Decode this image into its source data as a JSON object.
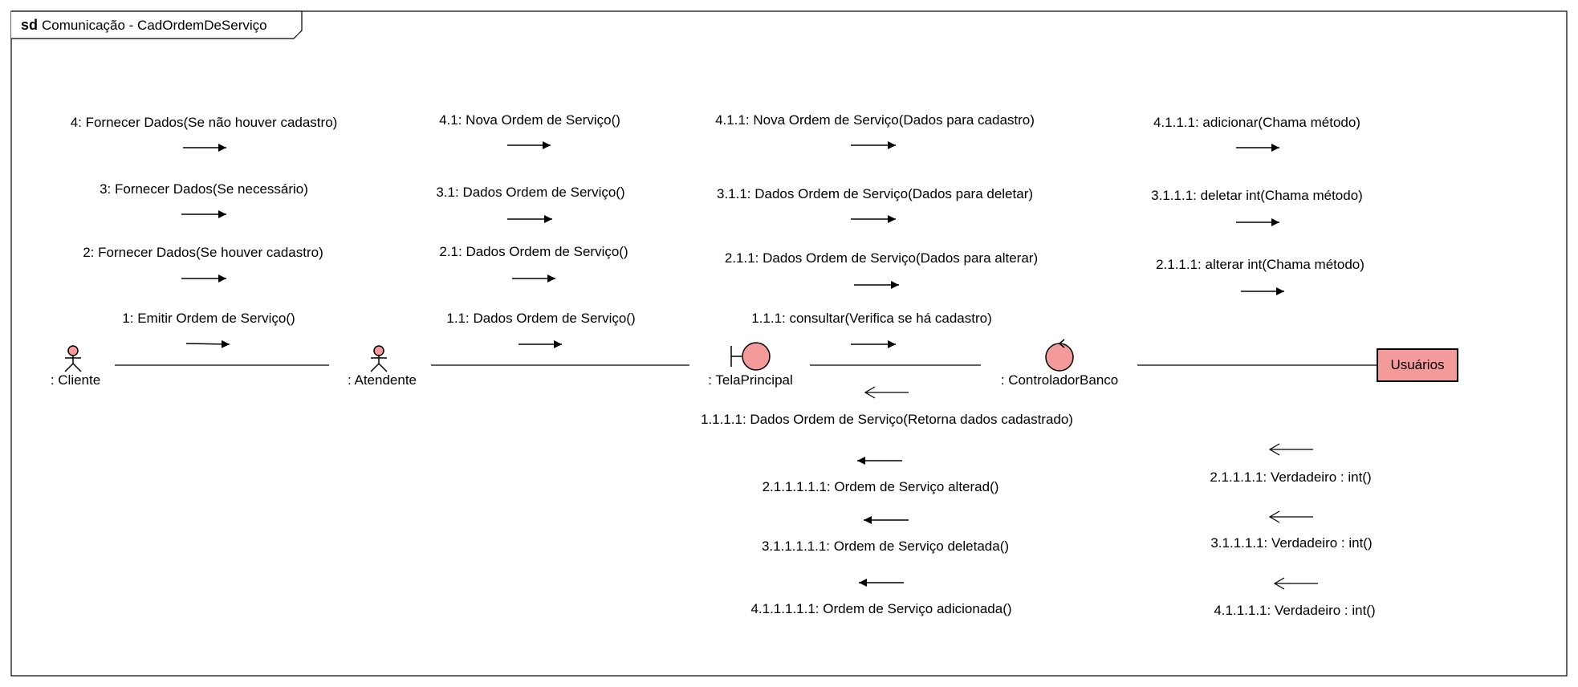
{
  "frame": {
    "keyword": "sd",
    "title": "Comunicação - CadOrdemDeServiço"
  },
  "colors": {
    "lifeline_fill": "#f59a9a",
    "stroke": "#000000",
    "background": "#ffffff"
  },
  "participants": [
    {
      "id": "cliente",
      "kind": "actor",
      "label": ": Cliente"
    },
    {
      "id": "atendente",
      "kind": "actor",
      "label": ": Atendente"
    },
    {
      "id": "tela",
      "kind": "boundary",
      "label": ": TelaPrincipal"
    },
    {
      "id": "controlador",
      "kind": "control",
      "label": ": ControladorBanco"
    },
    {
      "id": "usuarios",
      "kind": "entity-box",
      "label": "Usuários"
    }
  ],
  "messages": {
    "cliente_atendente": [
      "4: Fornecer Dados(Se não houver cadastro)",
      "3: Fornecer Dados(Se necessário)",
      "2: Fornecer Dados(Se houver cadastro)",
      "1: Emitir Ordem de Serviço()"
    ],
    "atendente_tela": [
      "4.1: Nova Ordem de Serviço()",
      "3.1: Dados Ordem de Serviço()",
      "2.1: Dados Ordem de Serviço()",
      "1.1: Dados Ordem de Serviço()"
    ],
    "tela_controlador": [
      "4.1.1: Nova Ordem de Serviço(Dados para cadastro)",
      "3.1.1: Dados Ordem de Serviço(Dados para deletar)",
      "2.1.1: Dados Ordem de Serviço(Dados para alterar)",
      "1.1.1: consultar(Verifica se há cadastro)"
    ],
    "controlador_usuarios": [
      "4.1.1.1: adicionar(Chama método)",
      "3.1.1.1: deletar  int(Chama método)",
      "2.1.1.1: alterar  int(Chama método)"
    ],
    "controlador_tela_returns": [
      "1.1.1.1: Dados Ordem de Serviço(Retorna dados cadastrado)",
      "2.1.1.1.1.1: Ordem de Serviço alterad()",
      "3.1.1.1.1.1: Ordem de Serviço deletada()",
      "4.1.1.1.1.1: Ordem de Serviço adicionada()"
    ],
    "usuarios_controlador_returns": [
      "2.1.1.1.1: Verdadeiro : int()",
      "3.1.1.1.1: Verdadeiro : int()",
      "4.1.1.1.1: Verdadeiro : int()"
    ]
  }
}
